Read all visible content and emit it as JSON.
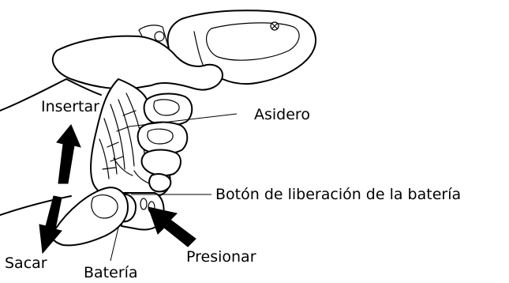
{
  "labels": {
    "insertar": "Insertar",
    "asidero": "Asidero",
    "boton": "Botón de liberación de la batería",
    "sacar": "Sacar",
    "bateria": "Batería",
    "presionar": "Presionar"
  },
  "colors": {
    "ink": "#000000",
    "background": "#ffffff"
  }
}
